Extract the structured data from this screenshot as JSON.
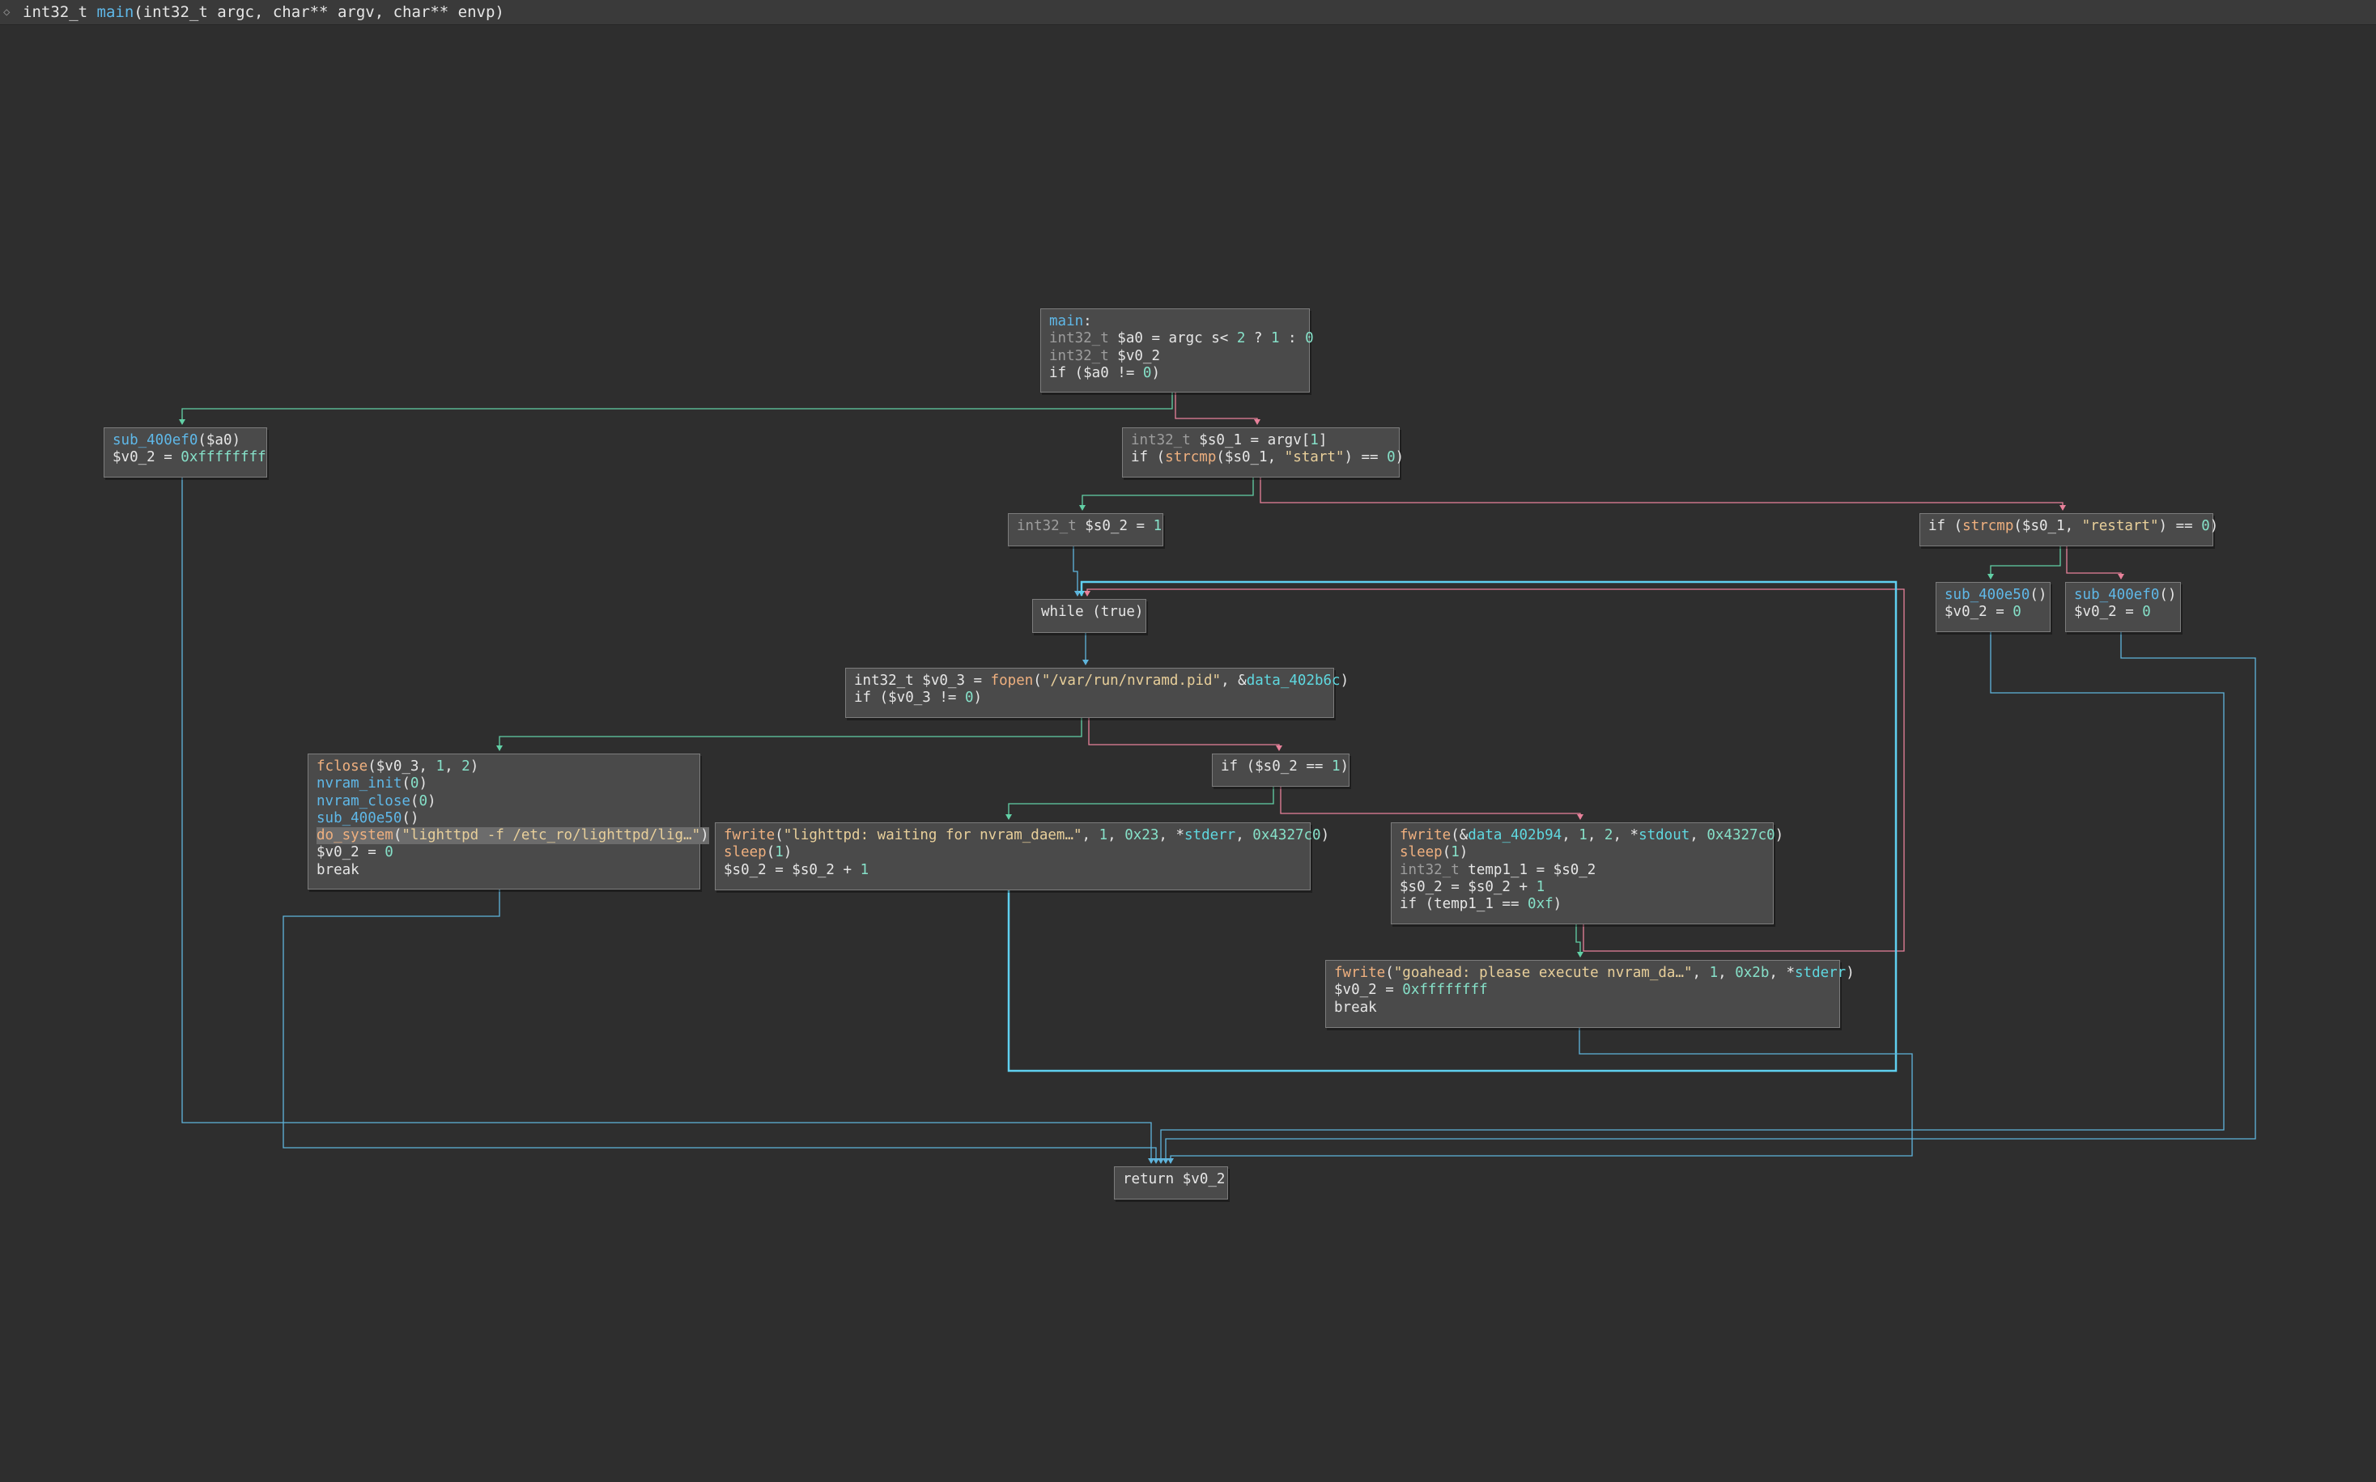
{
  "window": {
    "signature": [
      {
        "t": "int32_t ",
        "c": "txt"
      },
      {
        "t": "main",
        "c": "func"
      },
      {
        "t": "(int32_t argc, char** argv, char** envp)",
        "c": "txt"
      }
    ]
  },
  "colors": {
    "background": "#2e2e2e",
    "node_fill": "#4a4a4a",
    "node_border": "#7c7c7c",
    "edge_unconditional": "#5fb4dc",
    "edge_true": "#62d0a6",
    "edge_false": "#e8819a",
    "loop_back_edge": "#5fd0f0"
  },
  "blocks": {
    "entry": [
      [
        {
          "t": "main",
          "c": "func"
        },
        {
          "t": ":",
          "c": "txt"
        }
      ],
      [
        {
          "t": "int32_t ",
          "c": "type"
        },
        {
          "t": "$a0 = argc s< ",
          "c": "txt"
        },
        {
          "t": "2",
          "c": "num"
        },
        {
          "t": " ? ",
          "c": "txt"
        },
        {
          "t": "1",
          "c": "num"
        },
        {
          "t": " : ",
          "c": "txt"
        },
        {
          "t": "0",
          "c": "num"
        }
      ],
      [
        {
          "t": "int32_t ",
          "c": "type"
        },
        {
          "t": "$v0_2",
          "c": "txt"
        }
      ],
      [
        {
          "t": "if ($a0 != ",
          "c": "txt"
        },
        {
          "t": "0",
          "c": "num"
        },
        {
          "t": ")",
          "c": "txt"
        }
      ]
    ],
    "no_args": [
      [
        {
          "t": "sub_400ef0",
          "c": "func"
        },
        {
          "t": "($a0)",
          "c": "txt"
        }
      ],
      [
        {
          "t": "$v0_2 = ",
          "c": "txt"
        },
        {
          "t": "0xffffffff",
          "c": "num"
        }
      ]
    ],
    "check_start": [
      [
        {
          "t": "int32_t ",
          "c": "type"
        },
        {
          "t": "$s0_1 = argv[",
          "c": "txt"
        },
        {
          "t": "1",
          "c": "num"
        },
        {
          "t": "]",
          "c": "txt"
        }
      ],
      [
        {
          "t": "if (",
          "c": "txt"
        },
        {
          "t": "strcmp",
          "c": "imp"
        },
        {
          "t": "($s0_1, ",
          "c": "txt"
        },
        {
          "t": "\"start\"",
          "c": "str"
        },
        {
          "t": ") == ",
          "c": "txt"
        },
        {
          "t": "0",
          "c": "num"
        },
        {
          "t": ")",
          "c": "txt"
        }
      ]
    ],
    "init_counter": [
      [
        {
          "t": "int32_t ",
          "c": "type"
        },
        {
          "t": "$s0_2 = ",
          "c": "txt"
        },
        {
          "t": "1",
          "c": "num"
        }
      ]
    ],
    "check_restart": [
      [
        {
          "t": "if (",
          "c": "txt"
        },
        {
          "t": "strcmp",
          "c": "imp"
        },
        {
          "t": "($s0_1, ",
          "c": "txt"
        },
        {
          "t": "\"restart\"",
          "c": "str"
        },
        {
          "t": ") == ",
          "c": "txt"
        },
        {
          "t": "0",
          "c": "num"
        },
        {
          "t": ")",
          "c": "txt"
        }
      ]
    ],
    "restart_true": [
      [
        {
          "t": "sub_400e50",
          "c": "func"
        },
        {
          "t": "()",
          "c": "txt"
        }
      ],
      [
        {
          "t": "$v0_2 = ",
          "c": "txt"
        },
        {
          "t": "0",
          "c": "num"
        }
      ]
    ],
    "restart_false": [
      [
        {
          "t": "sub_400ef0",
          "c": "func"
        },
        {
          "t": "()",
          "c": "txt"
        }
      ],
      [
        {
          "t": "$v0_2 = ",
          "c": "txt"
        },
        {
          "t": "0",
          "c": "num"
        }
      ]
    ],
    "loop_head": [
      [
        {
          "t": "while (true)",
          "c": "txt"
        }
      ]
    ],
    "open_pid": [
      [
        {
          "t": "int32_t ",
          "c": "txt"
        },
        {
          "t": "$v0_3 = ",
          "c": "txt"
        },
        {
          "t": "fopen",
          "c": "imp"
        },
        {
          "t": "(",
          "c": "txt"
        },
        {
          "t": "\"/var/run/nvramd.pid\"",
          "c": "str"
        },
        {
          "t": ", &",
          "c": "txt"
        },
        {
          "t": "data_402b6c",
          "c": "data"
        },
        {
          "t": ")",
          "c": "txt"
        }
      ],
      [
        {
          "t": "if ($v0_3 != ",
          "c": "txt"
        },
        {
          "t": "0",
          "c": "num"
        },
        {
          "t": ")",
          "c": "txt"
        }
      ]
    ],
    "pid_found": [
      [
        {
          "t": "fclose",
          "c": "imp"
        },
        {
          "t": "($v0_3, ",
          "c": "txt"
        },
        {
          "t": "1",
          "c": "num"
        },
        {
          "t": ", ",
          "c": "txt"
        },
        {
          "t": "2",
          "c": "num"
        },
        {
          "t": ")",
          "c": "txt"
        }
      ],
      [
        {
          "t": "nvram_init",
          "c": "func"
        },
        {
          "t": "(",
          "c": "txt"
        },
        {
          "t": "0",
          "c": "num"
        },
        {
          "t": ")",
          "c": "txt"
        }
      ],
      [
        {
          "t": "nvram_close",
          "c": "func"
        },
        {
          "t": "(",
          "c": "txt"
        },
        {
          "t": "0",
          "c": "num"
        },
        {
          "t": ")",
          "c": "txt"
        }
      ],
      [
        {
          "t": "sub_400e50",
          "c": "func"
        },
        {
          "t": "()",
          "c": "txt"
        }
      ],
      [
        {
          "t": "do_system",
          "c": "imp"
        },
        {
          "t": "(",
          "c": "txt"
        },
        {
          "t": "\"lighttpd -f /etc_ro/lighttpd/lig…\"",
          "c": "str"
        },
        {
          "t": ")",
          "c": "txt"
        }
      ],
      [
        {
          "t": "$v0_2 = ",
          "c": "txt"
        },
        {
          "t": "0",
          "c": "num"
        }
      ],
      [
        {
          "t": "break",
          "c": "txt"
        }
      ]
    ],
    "check_first": [
      [
        {
          "t": "if ($s0_2 == ",
          "c": "txt"
        },
        {
          "t": "1",
          "c": "num"
        },
        {
          "t": ")",
          "c": "txt"
        }
      ]
    ],
    "wait_msg": [
      [
        {
          "t": "fwrite",
          "c": "imp"
        },
        {
          "t": "(",
          "c": "txt"
        },
        {
          "t": "\"lighttpd: waiting for nvram_daem…\"",
          "c": "str"
        },
        {
          "t": ", ",
          "c": "txt"
        },
        {
          "t": "1",
          "c": "num"
        },
        {
          "t": ", ",
          "c": "txt"
        },
        {
          "t": "0x23",
          "c": "num"
        },
        {
          "t": ", *",
          "c": "txt"
        },
        {
          "t": "stderr",
          "c": "data"
        },
        {
          "t": ", ",
          "c": "txt"
        },
        {
          "t": "0x4327c0",
          "c": "num"
        },
        {
          "t": ")",
          "c": "txt"
        }
      ],
      [
        {
          "t": "sleep",
          "c": "imp"
        },
        {
          "t": "(",
          "c": "txt"
        },
        {
          "t": "1",
          "c": "num"
        },
        {
          "t": ")",
          "c": "txt"
        }
      ],
      [
        {
          "t": "$s0_2 = $s0_2 + ",
          "c": "txt"
        },
        {
          "t": "1",
          "c": "num"
        }
      ]
    ],
    "progress_msg": [
      [
        {
          "t": "fwrite",
          "c": "imp"
        },
        {
          "t": "(&",
          "c": "txt"
        },
        {
          "t": "data_402b94",
          "c": "data"
        },
        {
          "t": ", ",
          "c": "txt"
        },
        {
          "t": "1",
          "c": "num"
        },
        {
          "t": ", ",
          "c": "txt"
        },
        {
          "t": "2",
          "c": "num"
        },
        {
          "t": ", *",
          "c": "txt"
        },
        {
          "t": "stdout",
          "c": "data"
        },
        {
          "t": ", ",
          "c": "txt"
        },
        {
          "t": "0x4327c0",
          "c": "num"
        },
        {
          "t": ")",
          "c": "txt"
        }
      ],
      [
        {
          "t": "sleep",
          "c": "imp"
        },
        {
          "t": "(",
          "c": "txt"
        },
        {
          "t": "1",
          "c": "num"
        },
        {
          "t": ")",
          "c": "txt"
        }
      ],
      [
        {
          "t": "int32_t ",
          "c": "type"
        },
        {
          "t": "temp1_1 = $s0_2",
          "c": "txt"
        }
      ],
      [
        {
          "t": "$s0_2 = $s0_2 + ",
          "c": "txt"
        },
        {
          "t": "1",
          "c": "num"
        }
      ],
      [
        {
          "t": "if (temp1_1 == ",
          "c": "txt"
        },
        {
          "t": "0xf",
          "c": "num"
        },
        {
          "t": ")",
          "c": "txt"
        }
      ]
    ],
    "timeout": [
      [
        {
          "t": "fwrite",
          "c": "imp"
        },
        {
          "t": "(",
          "c": "txt"
        },
        {
          "t": "\"goahead: please execute nvram_da…\"",
          "c": "str"
        },
        {
          "t": ", ",
          "c": "txt"
        },
        {
          "t": "1",
          "c": "num"
        },
        {
          "t": ", ",
          "c": "txt"
        },
        {
          "t": "0x2b",
          "c": "num"
        },
        {
          "t": ", *",
          "c": "txt"
        },
        {
          "t": "stderr",
          "c": "data"
        },
        {
          "t": ")",
          "c": "txt"
        }
      ],
      [
        {
          "t": "$v0_2 = ",
          "c": "txt"
        },
        {
          "t": "0xffffffff",
          "c": "num"
        }
      ],
      [
        {
          "t": "break",
          "c": "txt"
        }
      ]
    ],
    "exit": [
      [
        {
          "t": "return $v0_2",
          "c": "txt"
        }
      ]
    ]
  },
  "edges": [
    {
      "from": "entry",
      "to": "no_args",
      "kind": "true"
    },
    {
      "from": "entry",
      "to": "check_start",
      "kind": "false"
    },
    {
      "from": "check_start",
      "to": "init_counter",
      "kind": "true"
    },
    {
      "from": "check_start",
      "to": "check_restart",
      "kind": "false"
    },
    {
      "from": "check_restart",
      "to": "restart_true",
      "kind": "true"
    },
    {
      "from": "check_restart",
      "to": "restart_false",
      "kind": "false"
    },
    {
      "from": "init_counter",
      "to": "loop_head",
      "kind": "unconditional"
    },
    {
      "from": "loop_head",
      "to": "open_pid",
      "kind": "unconditional"
    },
    {
      "from": "open_pid",
      "to": "pid_found",
      "kind": "true"
    },
    {
      "from": "open_pid",
      "to": "check_first",
      "kind": "false"
    },
    {
      "from": "check_first",
      "to": "wait_msg",
      "kind": "true"
    },
    {
      "from": "check_first",
      "to": "progress_msg",
      "kind": "false"
    },
    {
      "from": "progress_msg",
      "to": "timeout",
      "kind": "true"
    },
    {
      "from": "progress_msg",
      "to": "loop_head",
      "kind": "false"
    },
    {
      "from": "wait_msg",
      "to": "loop_head",
      "kind": "loop"
    },
    {
      "from": "no_args",
      "to": "exit",
      "kind": "unconditional"
    },
    {
      "from": "pid_found",
      "to": "exit",
      "kind": "unconditional"
    },
    {
      "from": "timeout",
      "to": "exit",
      "kind": "unconditional"
    },
    {
      "from": "restart_true",
      "to": "exit",
      "kind": "unconditional"
    },
    {
      "from": "restart_false",
      "to": "exit",
      "kind": "unconditional"
    }
  ]
}
